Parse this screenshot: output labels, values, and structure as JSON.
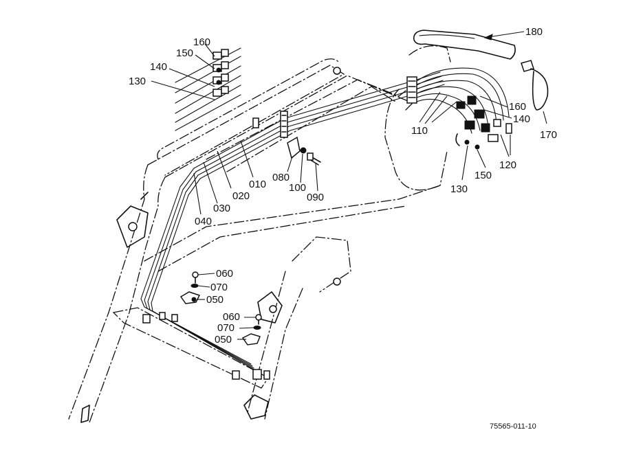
{
  "callouts": {
    "c180": "180",
    "c170": "170",
    "c160_right": "160",
    "c140_right": "140",
    "c110": "110",
    "c120": "120",
    "c150_right": "150",
    "c130_right": "130",
    "c160_left": "160",
    "c150_left": "150",
    "c140_left": "140",
    "c130_left": "130",
    "c010": "010",
    "c020": "020",
    "c030": "030",
    "c040": "040",
    "c080": "080",
    "c100": "100",
    "c090": "090",
    "c060_upper": "060",
    "c070_upper": "070",
    "c050_upper": "050",
    "c060_lower": "060",
    "c070_lower": "070",
    "c050_lower": "050"
  },
  "figure_code": "75565-011-10"
}
